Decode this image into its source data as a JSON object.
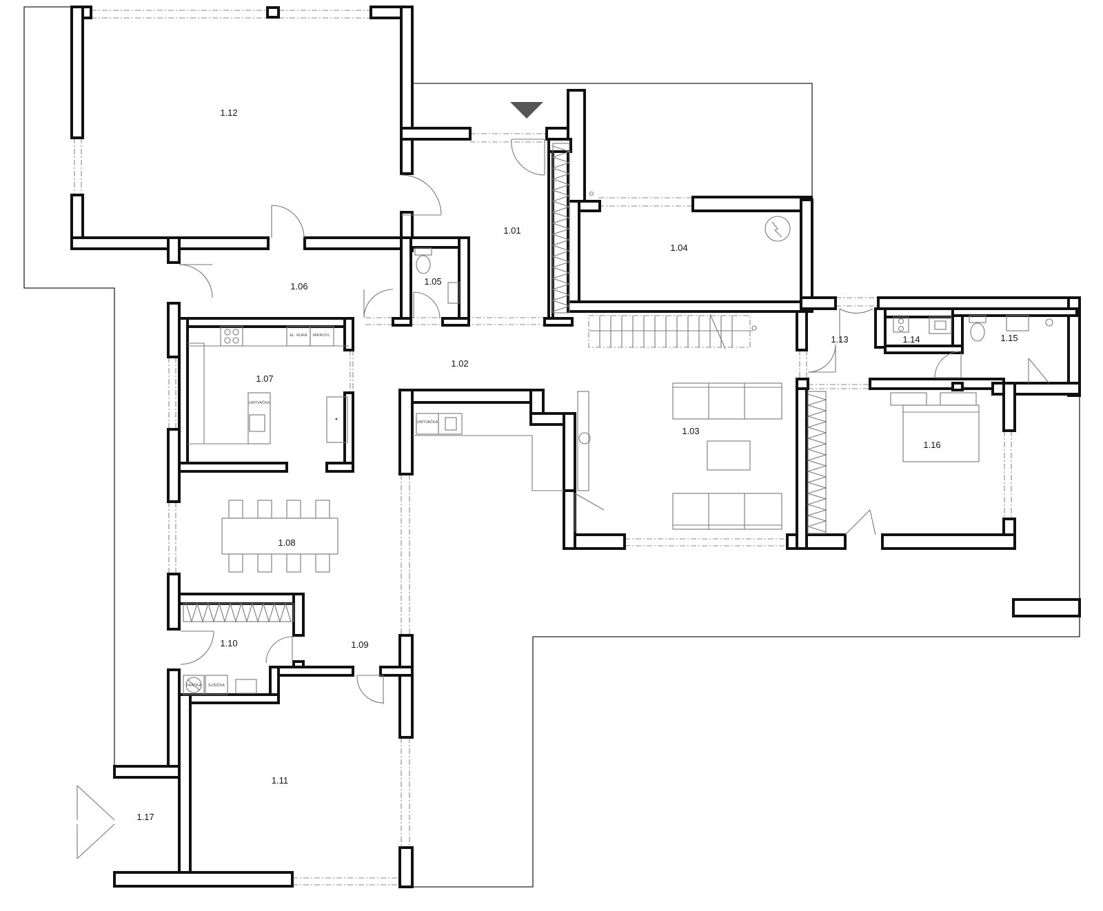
{
  "rooms": [
    {
      "id": "1.01",
      "label": "1.01"
    },
    {
      "id": "1.02",
      "label": "1.02"
    },
    {
      "id": "1.03",
      "label": "1.03"
    },
    {
      "id": "1.04",
      "label": "1.04"
    },
    {
      "id": "1.05",
      "label": "1.05"
    },
    {
      "id": "1.06",
      "label": "1.06"
    },
    {
      "id": "1.07",
      "label": "1.07"
    },
    {
      "id": "1.08",
      "label": "1.08"
    },
    {
      "id": "1.09",
      "label": "1.09"
    },
    {
      "id": "1.10",
      "label": "1.10"
    },
    {
      "id": "1.11",
      "label": "1.11"
    },
    {
      "id": "1.12",
      "label": "1.12"
    },
    {
      "id": "1.13",
      "label": "1.13"
    },
    {
      "id": "1.14",
      "label": "1.14"
    },
    {
      "id": "1.15",
      "label": "1.15"
    },
    {
      "id": "1.16",
      "label": "1.16"
    },
    {
      "id": "1.17",
      "label": "1.17"
    }
  ],
  "fixtures": {
    "oven_label": "EL. RURA",
    "microwave_label": "MIKROVL.",
    "kitchen_sink_label": "UMÝVAČKA",
    "dishwasher_label": "UMÝVAČKA",
    "washer_label": "PRÁČKA",
    "dryer_label": "SUŠIČKA"
  },
  "colors": {
    "wall": "#111111",
    "furniture": "#777777",
    "background": "#ffffff"
  }
}
